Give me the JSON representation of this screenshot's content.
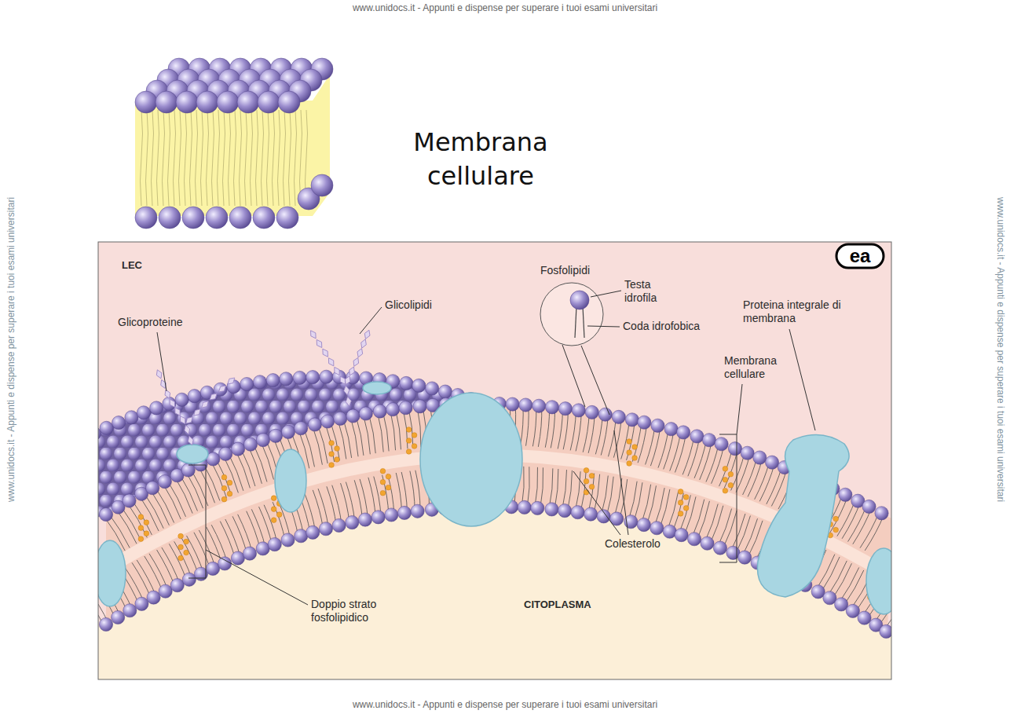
{
  "diagram": {
    "title": "Membrana cellulare",
    "labels": [
      "LEC",
      "Glicoproteine",
      "Glicolipidi",
      "Fosfolipidi",
      "Testa idrofila",
      "Coda idrofobica",
      "Proteina integrale di membrana",
      "Membrana cellulare",
      "Colesterolo",
      "Doppio strato fosfolipidico",
      "CITOPLASMA",
      "ea",
      "www.unidocs.it - Appunti e dispense per superare i tuoi esami universitari",
      "www.unidocs.it - Appunti e dispense per superare i tuoi esami universitari",
      "www.unidocs.it - Appunti e dispense per superare i tuoi esami universitari",
      "www.unidocs.it - Appunti e dispense per superare i tuoi esami universitari"
    ]
  }
}
